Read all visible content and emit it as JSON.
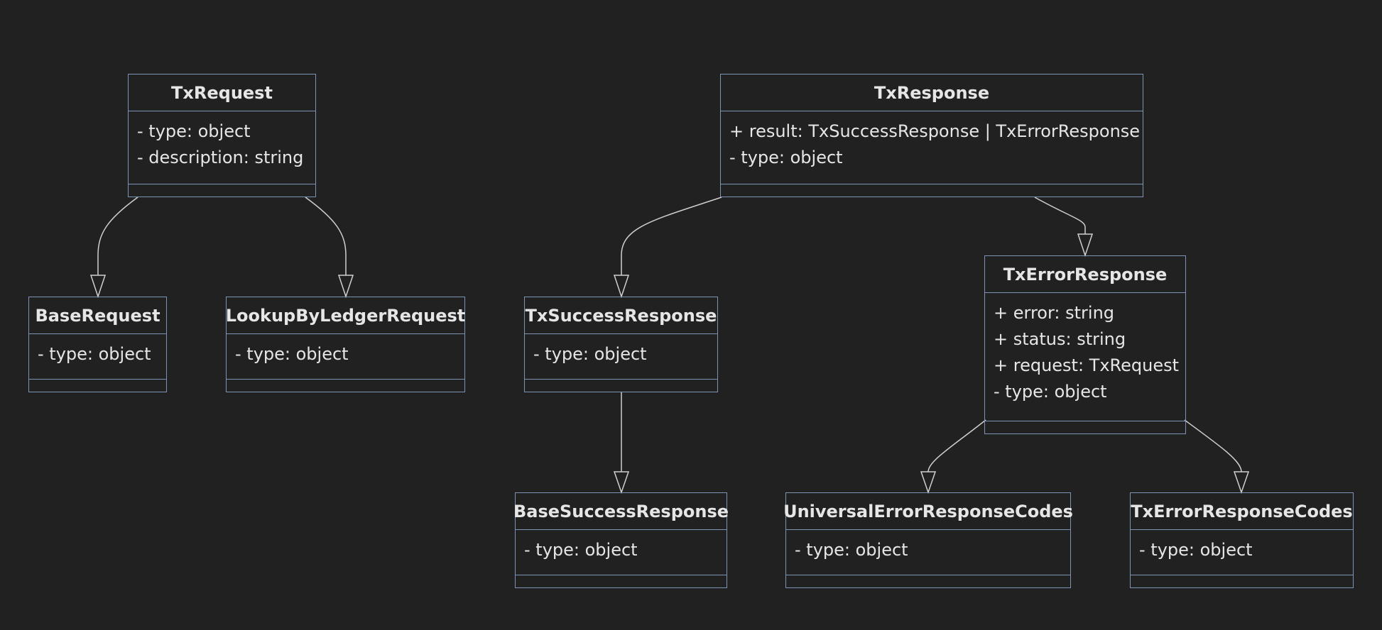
{
  "classes": [
    {
      "id": "TxRequest",
      "name": "TxRequest",
      "attributes": [
        "- type: object",
        "- description: string"
      ]
    },
    {
      "id": "TxResponse",
      "name": "TxResponse",
      "attributes": [
        "+ result: TxSuccessResponse | TxErrorResponse",
        "- type: object"
      ]
    },
    {
      "id": "BaseRequest",
      "name": "BaseRequest",
      "attributes": [
        "- type: object"
      ]
    },
    {
      "id": "LookupByLedgerRequest",
      "name": "LookupByLedgerRequest",
      "attributes": [
        "- type: object"
      ]
    },
    {
      "id": "TxSuccessResponse",
      "name": "TxSuccessResponse",
      "attributes": [
        "- type: object"
      ]
    },
    {
      "id": "TxErrorResponse",
      "name": "TxErrorResponse",
      "attributes": [
        "+ error: string",
        "+ status: string",
        "+ request: TxRequest",
        "- type: object"
      ]
    },
    {
      "id": "BaseSuccessResponse",
      "name": "BaseSuccessResponse",
      "attributes": [
        "- type: object"
      ]
    },
    {
      "id": "UniversalErrorResponseCodes",
      "name": "UniversalErrorResponseCodes",
      "attributes": [
        "- type: object"
      ]
    },
    {
      "id": "TxErrorResponseCodes",
      "name": "TxErrorResponseCodes",
      "attributes": [
        "- type: object"
      ]
    }
  ],
  "relations": [
    {
      "from": "TxRequest",
      "to": "BaseRequest",
      "type": "inheritance"
    },
    {
      "from": "TxRequest",
      "to": "LookupByLedgerRequest",
      "type": "inheritance"
    },
    {
      "from": "TxResponse",
      "to": "TxSuccessResponse",
      "type": "inheritance"
    },
    {
      "from": "TxResponse",
      "to": "TxErrorResponse",
      "type": "inheritance"
    },
    {
      "from": "TxSuccessResponse",
      "to": "BaseSuccessResponse",
      "type": "inheritance"
    },
    {
      "from": "TxErrorResponse",
      "to": "UniversalErrorResponseCodes",
      "type": "inheritance"
    },
    {
      "from": "TxErrorResponse",
      "to": "TxErrorResponseCodes",
      "type": "inheritance"
    }
  ],
  "colors": {
    "background": "#212121",
    "border": "#7c93b4",
    "text": "#e6e6e6",
    "edge": "#cfcfcf"
  }
}
